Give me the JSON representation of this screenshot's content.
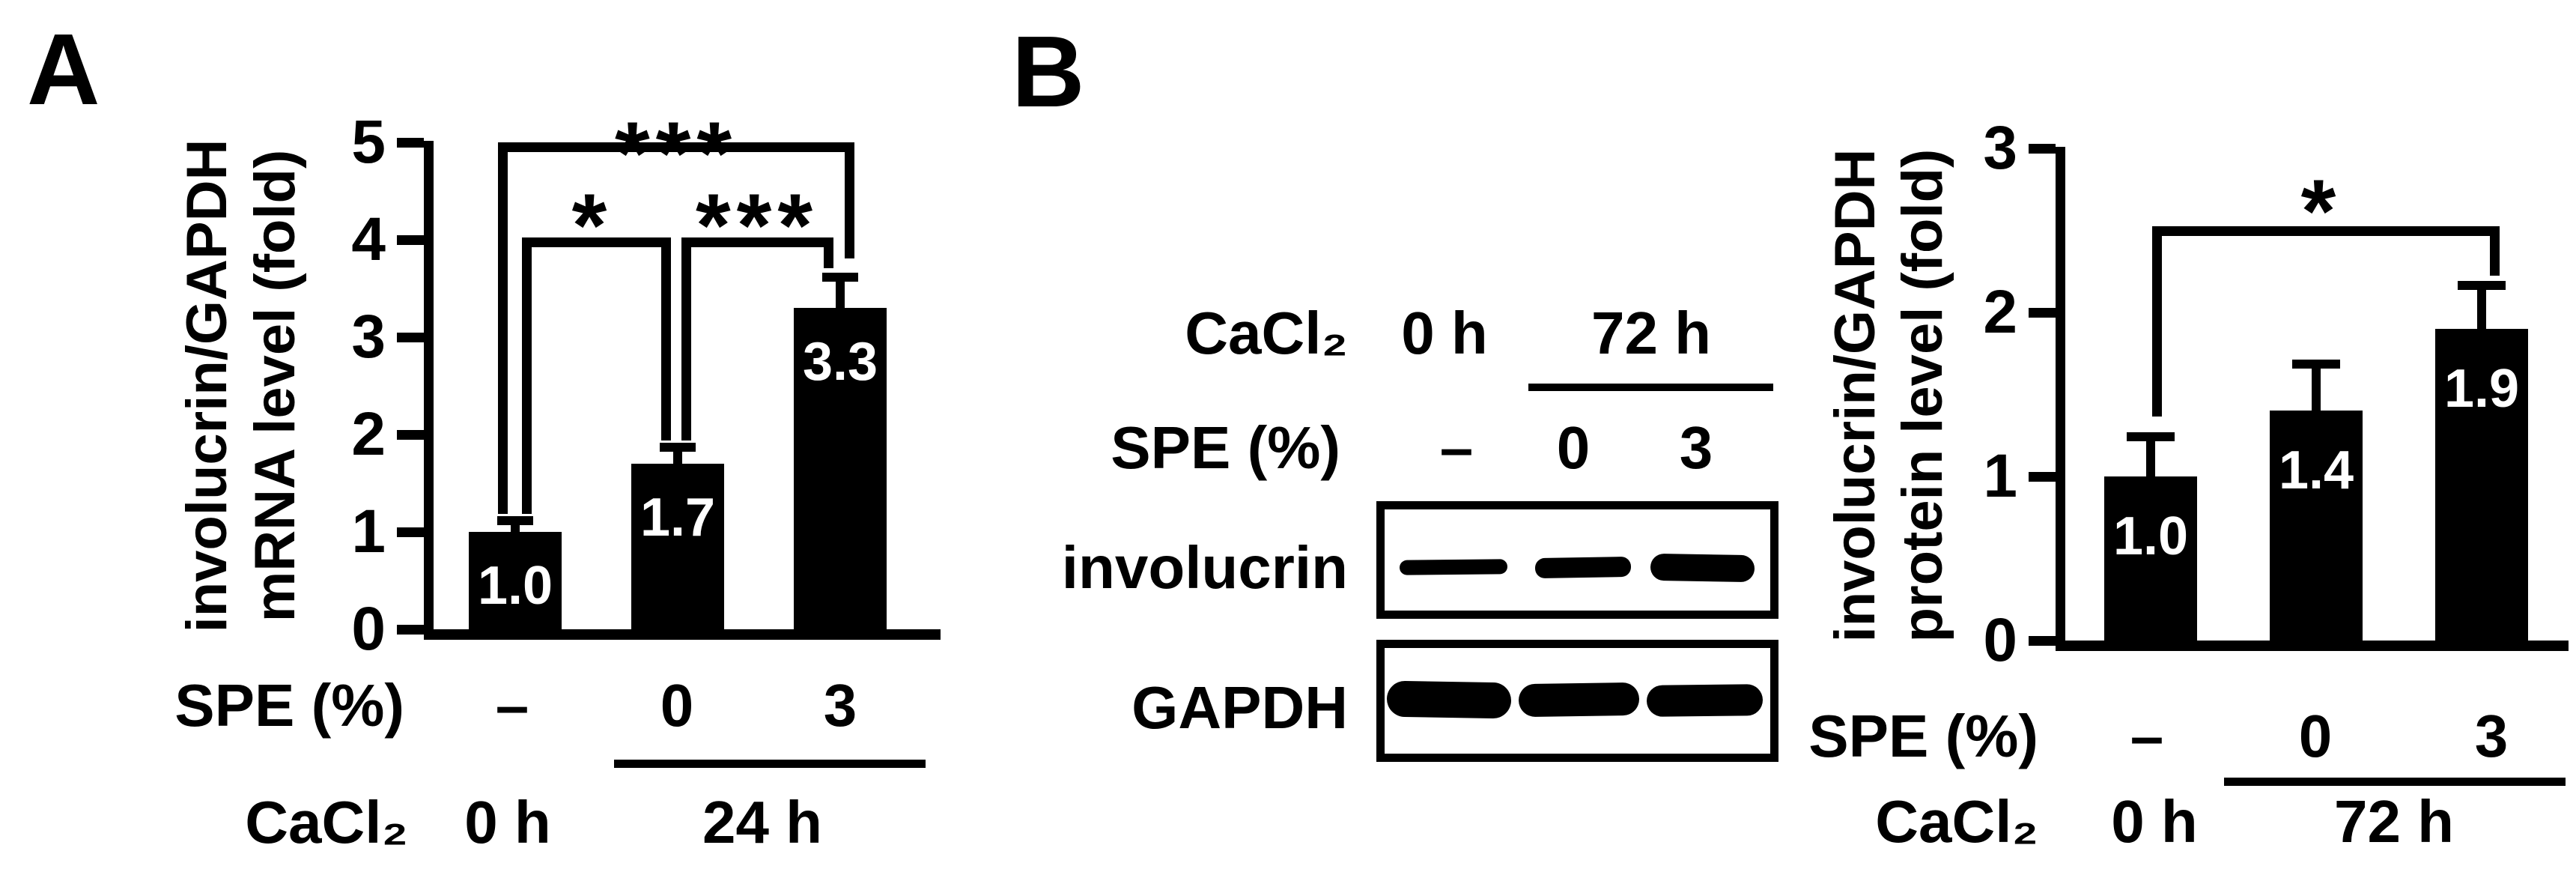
{
  "figure": {
    "panels": {
      "a": {
        "label": "A",
        "ylabel_line1": "involucrin/GAPDH",
        "ylabel_line2": "mRNA level (fold)",
        "spe_row_label": "SPE (%)",
        "spe_values": [
          "–",
          "0",
          "3"
        ],
        "cacl2_row_label": "CaCl₂",
        "cacl2_time_single": "0 h",
        "cacl2_time_group": "24 h",
        "sig_top": "***",
        "sig_mid_left": "*",
        "sig_mid_right": "***"
      },
      "b": {
        "label": "B",
        "blot": {
          "cacl2_row_label": "CaCl₂",
          "cacl2_time_single": "0 h",
          "cacl2_time_group": "72 h",
          "spe_row_label": "SPE (%)",
          "spe_values": [
            "–",
            "0",
            "3"
          ],
          "row_labels": [
            "involucrin",
            "GAPDH"
          ],
          "band_intensities": {
            "involucrin": [
              "weak",
              "medium",
              "strong"
            ],
            "GAPDH": [
              "strong",
              "strong",
              "strong"
            ]
          }
        },
        "chart": {
          "ylabel_line1": "involucrin/GAPDH",
          "ylabel_line2": "protein level (fold)",
          "spe_row_label": "SPE (%)",
          "spe_values": [
            "–",
            "0",
            "3"
          ],
          "cacl2_row_label": "CaCl₂",
          "cacl2_time_single": "0 h",
          "cacl2_time_group": "72 h",
          "sig": "*"
        }
      }
    },
    "colors": {
      "ink": "#000000",
      "background": "#ffffff",
      "bar_value_text": "#ffffff"
    }
  },
  "chart_data": [
    {
      "type": "bar",
      "title": "Panel A: involucrin mRNA level",
      "categories": [
        "SPE –, CaCl₂ 0 h",
        "SPE 0, CaCl₂ 24 h",
        "SPE 3, CaCl₂ 24 h"
      ],
      "values": [
        1.0,
        1.7,
        3.3
      ],
      "errors": [
        0.08,
        0.13,
        0.28
      ],
      "bar_labels": [
        "1.0",
        "1.7",
        "3.3"
      ],
      "xlabel": "",
      "ylabel": "involucrin/GAPDH mRNA level (fold)",
      "ylabel_line1": "involucrin/GAPDH",
      "ylabel_line2": "mRNA level (fold)",
      "yticks": [
        "0",
        "1",
        "2",
        "3",
        "4",
        "5"
      ],
      "ylim": [
        0,
        5
      ],
      "grid": false,
      "legend": "none",
      "bar_color": "#000000",
      "significance": [
        {
          "between": [
            0,
            2
          ],
          "label": "***"
        },
        {
          "between": [
            0,
            1
          ],
          "label": "*"
        },
        {
          "between": [
            1,
            2
          ],
          "label": "***"
        }
      ]
    },
    {
      "type": "bar",
      "title": "Panel B: involucrin protein level",
      "categories": [
        "SPE –, CaCl₂ 0 h",
        "SPE 0, CaCl₂ 72 h",
        "SPE 3, CaCl₂ 72 h"
      ],
      "values": [
        1.0,
        1.4,
        1.9
      ],
      "errors": [
        0.22,
        0.26,
        0.24
      ],
      "bar_labels": [
        "1.0",
        "1.4",
        "1.9"
      ],
      "xlabel": "",
      "ylabel": "involucrin/GAPDH protein level (fold)",
      "ylabel_line1": "involucrin/GAPDH",
      "ylabel_line2": "protein level (fold)",
      "yticks": [
        "0",
        "1",
        "2",
        "3"
      ],
      "ylim": [
        0,
        3
      ],
      "grid": false,
      "legend": "none",
      "bar_color": "#000000",
      "significance": [
        {
          "between": [
            0,
            2
          ],
          "label": "*"
        }
      ]
    }
  ]
}
